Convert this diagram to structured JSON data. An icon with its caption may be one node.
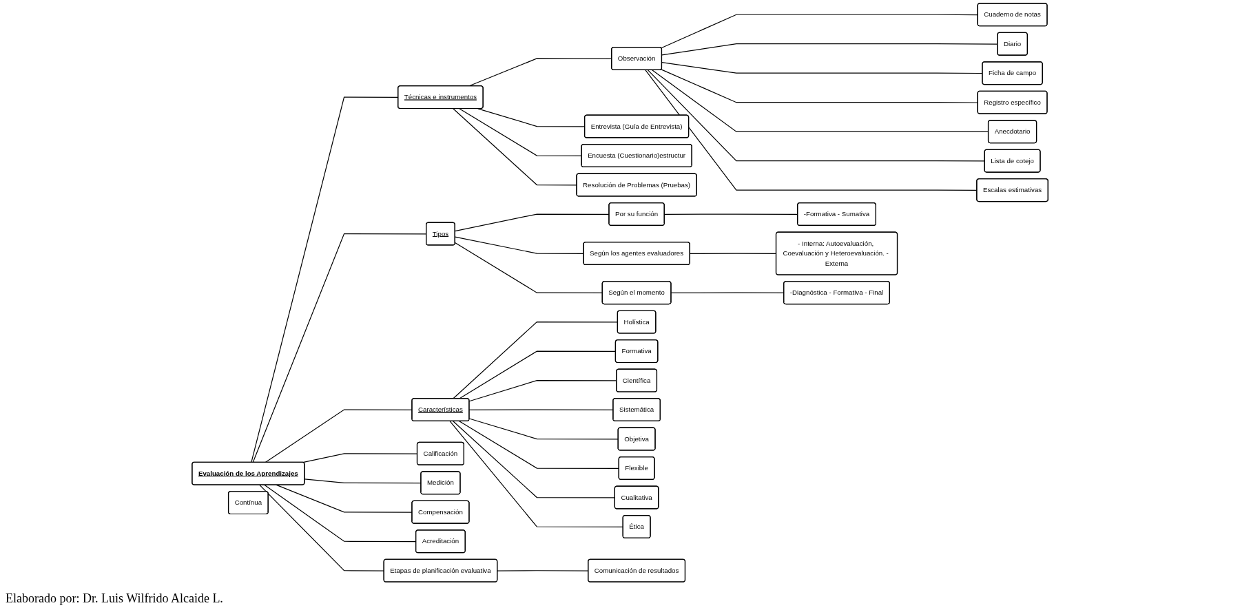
{
  "diagram": {
    "caption": "Elaborado por: Dr. Luis Wilfrido Alcaide L.",
    "nodes": [
      {
        "text": [
          "Evaluación de los Aprendizajes"
        ]
      },
      {
        "text": [
          "Técnicas e instrumentos"
        ]
      },
      {
        "text": [
          "Observación"
        ]
      },
      {
        "text": [
          "Cuaderno de notas"
        ]
      },
      {
        "text": [
          "Diario"
        ]
      },
      {
        "text": [
          "Ficha de campo"
        ]
      },
      {
        "text": [
          "Registro específico"
        ]
      },
      {
        "text": [
          "Anecdotario"
        ]
      },
      {
        "text": [
          "Lista de cotejo"
        ]
      },
      {
        "text": [
          "Escalas estimativas"
        ]
      },
      {
        "text": [
          "Entrevista (Guía de Entrevista)"
        ]
      },
      {
        "text": [
          "Encuesta (Cuestionario)estructur"
        ]
      },
      {
        "text": [
          "Resolución de Problemas (Pruebas)"
        ]
      },
      {
        "text": [
          "Tipos"
        ]
      },
      {
        "text": [
          "Por su función"
        ]
      },
      {
        "text": [
          "Según los agentes evaluadores"
        ]
      },
      {
        "text": [
          "Según el momento"
        ]
      },
      {
        "text": [
          "-Formativa - Sumativa"
        ]
      },
      {
        "text": [
          "- Interna: Autoevaluación, Coevaluación y Heteroevaluación. - Externa"
        ]
      },
      {
        "text": [
          "-Diagnóstica - Formativa - Final"
        ]
      },
      {
        "text": [
          "Características"
        ]
      },
      {
        "text": [
          "Calificación"
        ]
      },
      {
        "text": [
          "Medición"
        ]
      },
      {
        "text": [
          "Compensación"
        ]
      },
      {
        "text": [
          "Acreditación"
        ]
      },
      {
        "text": [
          "Etapas de planificación evaluativa"
        ]
      },
      {
        "text": [
          "Comunicación de resultados"
        ]
      },
      {
        "text": [
          "Holística"
        ]
      },
      {
        "text": [
          "Formativa"
        ]
      },
      {
        "text": [
          "Científica"
        ]
      },
      {
        "text": [
          "Sistemática"
        ]
      },
      {
        "text": [
          "Contínua"
        ]
      },
      {
        "text": [
          "Objetiva"
        ]
      },
      {
        "text": [
          "Flexible"
        ]
      },
      {
        "text": [
          "Cualitativa"
        ]
      },
      {
        "text": [
          "Ética"
        ]
      }
    ],
    "edges": [
      {
        "from": 0,
        "to": 1,
        "arrow": "none"
      },
      {
        "from": 1,
        "to": 2,
        "arrow": "none"
      },
      {
        "from": 2,
        "to": 3,
        "arrow": "none"
      },
      {
        "from": 2,
        "to": 4,
        "arrow": "none"
      },
      {
        "from": 2,
        "to": 5,
        "arrow": "none"
      },
      {
        "from": 2,
        "to": 6,
        "arrow": "none"
      },
      {
        "from": 2,
        "to": 7,
        "arrow": "none"
      },
      {
        "from": 2,
        "to": 8,
        "arrow": "none"
      },
      {
        "from": 2,
        "to": 9,
        "arrow": "none"
      },
      {
        "from": 1,
        "to": 10,
        "arrow": "none"
      },
      {
        "from": 1,
        "to": 11,
        "arrow": "none"
      },
      {
        "from": 1,
        "to": 12,
        "arrow": "none"
      },
      {
        "from": 0,
        "to": 13,
        "arrow": "none"
      },
      {
        "from": 13,
        "to": 14,
        "arrow": "none"
      },
      {
        "from": 13,
        "to": 15,
        "arrow": "none"
      },
      {
        "from": 13,
        "to": 16,
        "arrow": "none"
      },
      {
        "from": 14,
        "to": 17,
        "arrow": "none"
      },
      {
        "from": 15,
        "to": 18,
        "arrow": "none"
      },
      {
        "from": 16,
        "to": 19,
        "arrow": "none"
      },
      {
        "from": 0,
        "to": 20,
        "arrow": "none"
      },
      {
        "from": 0,
        "to": 21,
        "arrow": "none"
      },
      {
        "from": 0,
        "to": 22,
        "arrow": "none"
      },
      {
        "from": 0,
        "to": 23,
        "arrow": "none"
      },
      {
        "from": 0,
        "to": 24,
        "arrow": "none"
      },
      {
        "from": 0,
        "to": 25,
        "arrow": "none"
      },
      {
        "from": 25,
        "to": 26,
        "arrow": "none"
      },
      {
        "from": 20,
        "to": 27,
        "arrow": "none"
      },
      {
        "from": 20,
        "to": 28,
        "arrow": "none"
      },
      {
        "from": 20,
        "to": 29,
        "arrow": "none"
      },
      {
        "from": 20,
        "to": 30,
        "arrow": "none"
      },
      {
        "from": 20,
        "to": 32,
        "arrow": "none"
      },
      {
        "from": 20,
        "to": 33,
        "arrow": "none"
      },
      {
        "from": 20,
        "to": 34,
        "arrow": "none"
      },
      {
        "from": 20,
        "to": 35,
        "arrow": "none"
      }
    ]
  }
}
